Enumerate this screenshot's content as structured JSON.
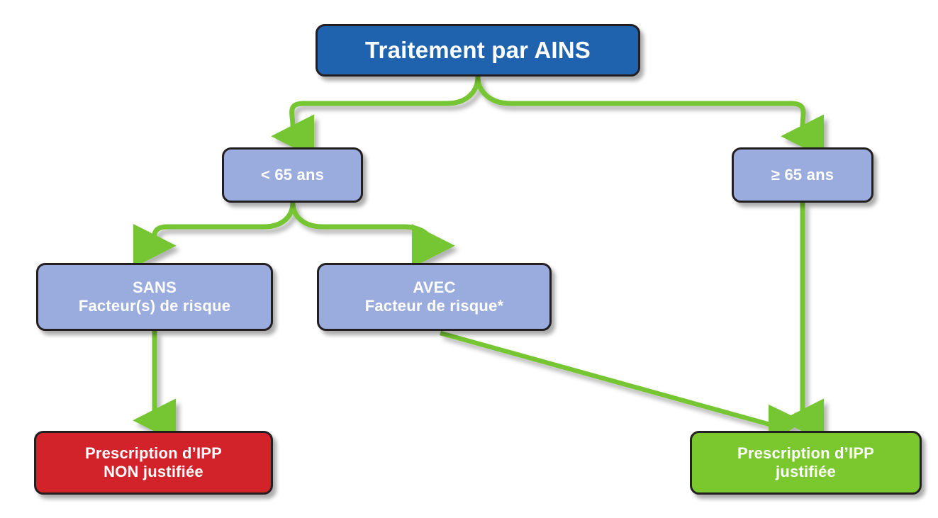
{
  "diagram": {
    "title": "Arbre decisionnel AINS / IPP",
    "colors": {
      "root_fill": "#1F63AF",
      "decision_fill": "#9AACDD",
      "negative_fill": "#D2222A",
      "positive_fill": "#7AC82E",
      "connector": "#76C531",
      "outline": "#231F20",
      "text": "#FFFFFF",
      "background": "#FFFFFF"
    },
    "nodes": [
      {
        "id": "root",
        "label": "Traitement par AINS",
        "kind": "start"
      },
      {
        "id": "under65",
        "label": "< 65 ans",
        "kind": "decision"
      },
      {
        "id": "over65",
        "label": "≥ 65 ans",
        "kind": "decision"
      },
      {
        "id": "sans",
        "label": "SANS\nFacteur(s) de risque",
        "kind": "decision"
      },
      {
        "id": "avec",
        "label": "AVEC\nFacteur de risque*",
        "kind": "decision"
      },
      {
        "id": "non_justifiee",
        "label": "Prescription d’IPP\nNON justifiée",
        "kind": "outcome-negative"
      },
      {
        "id": "justifiee",
        "label": "Prescription d’IPP\njustifiée",
        "kind": "outcome-positive"
      }
    ],
    "edges": [
      {
        "from": "root",
        "to": "under65",
        "style": "elbow-curved"
      },
      {
        "from": "root",
        "to": "over65",
        "style": "elbow-curved"
      },
      {
        "from": "under65",
        "to": "sans",
        "style": "elbow-curved"
      },
      {
        "from": "under65",
        "to": "avec",
        "style": "elbow-curved"
      },
      {
        "from": "sans",
        "to": "non_justifiee",
        "style": "straight-vertical"
      },
      {
        "from": "over65",
        "to": "justifiee",
        "style": "straight-vertical"
      },
      {
        "from": "avec",
        "to": "justifiee",
        "style": "straight-diagonal"
      }
    ]
  }
}
